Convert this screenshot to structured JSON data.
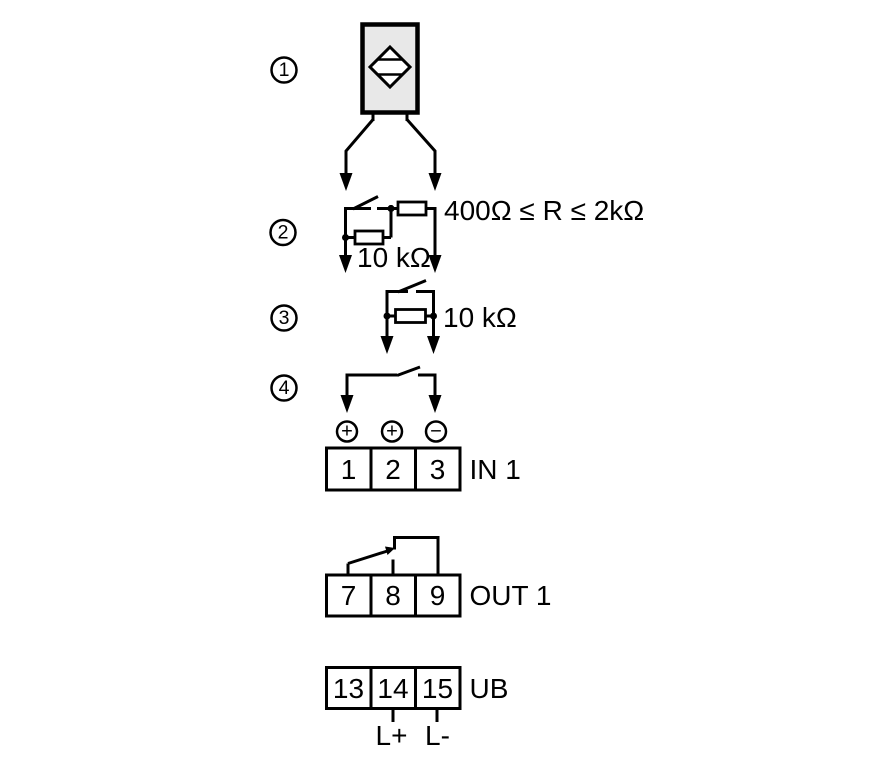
{
  "figure": {
    "background": "#ffffff",
    "line_color": "#000000",
    "sensor_fill": "#e8e8e8"
  },
  "callouts": [
    {
      "label": "1"
    },
    {
      "label": "2"
    },
    {
      "label": "3"
    },
    {
      "label": "4"
    }
  ],
  "annotations": {
    "r_range": "400Ω ≤ R ≤ 2kΩ",
    "r2": "10 kΩ",
    "r3": "10 kΩ"
  },
  "polarity": [
    "+",
    "+",
    "−"
  ],
  "blocks": [
    {
      "label": "IN 1",
      "terminals": [
        "1",
        "2",
        "3"
      ]
    },
    {
      "label": "OUT 1",
      "terminals": [
        "7",
        "8",
        "9"
      ]
    },
    {
      "label": "UB",
      "terminals": [
        "13",
        "14",
        "15"
      ]
    }
  ],
  "supply_labels": {
    "plus": "L+",
    "minus": "L-"
  }
}
